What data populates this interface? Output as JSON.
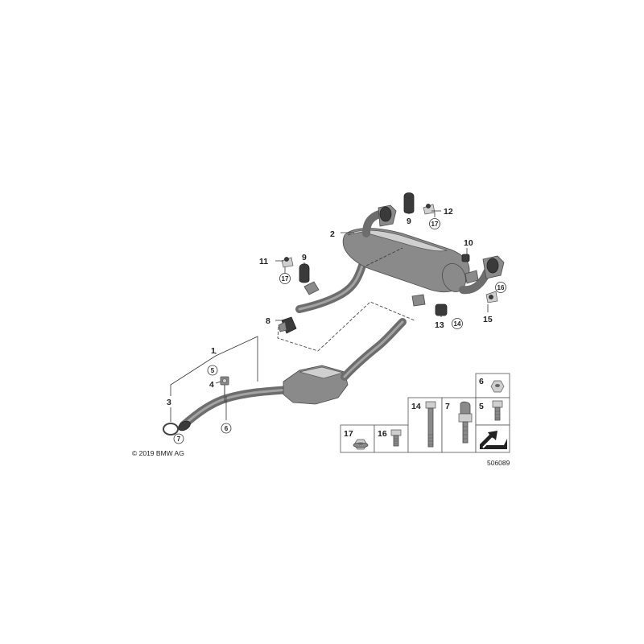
{
  "copyright": "© 2019 BMW AG",
  "diagram_id": "506089",
  "callouts": {
    "n1": "1",
    "n2": "2",
    "n3": "3",
    "n4": "4",
    "n5": "5",
    "n6": "6",
    "n7": "7",
    "n8": "8",
    "n9a": "9",
    "n9b": "9",
    "n10": "10",
    "n11": "11",
    "n12": "12",
    "n13": "13",
    "n14": "14",
    "n15": "15",
    "n16": "16",
    "n17a": "17",
    "n17b": "17"
  },
  "legend_boxes": {
    "b17": "17",
    "b16": "16",
    "b14": "14",
    "b7": "7",
    "b6": "6",
    "b5": "5"
  }
}
